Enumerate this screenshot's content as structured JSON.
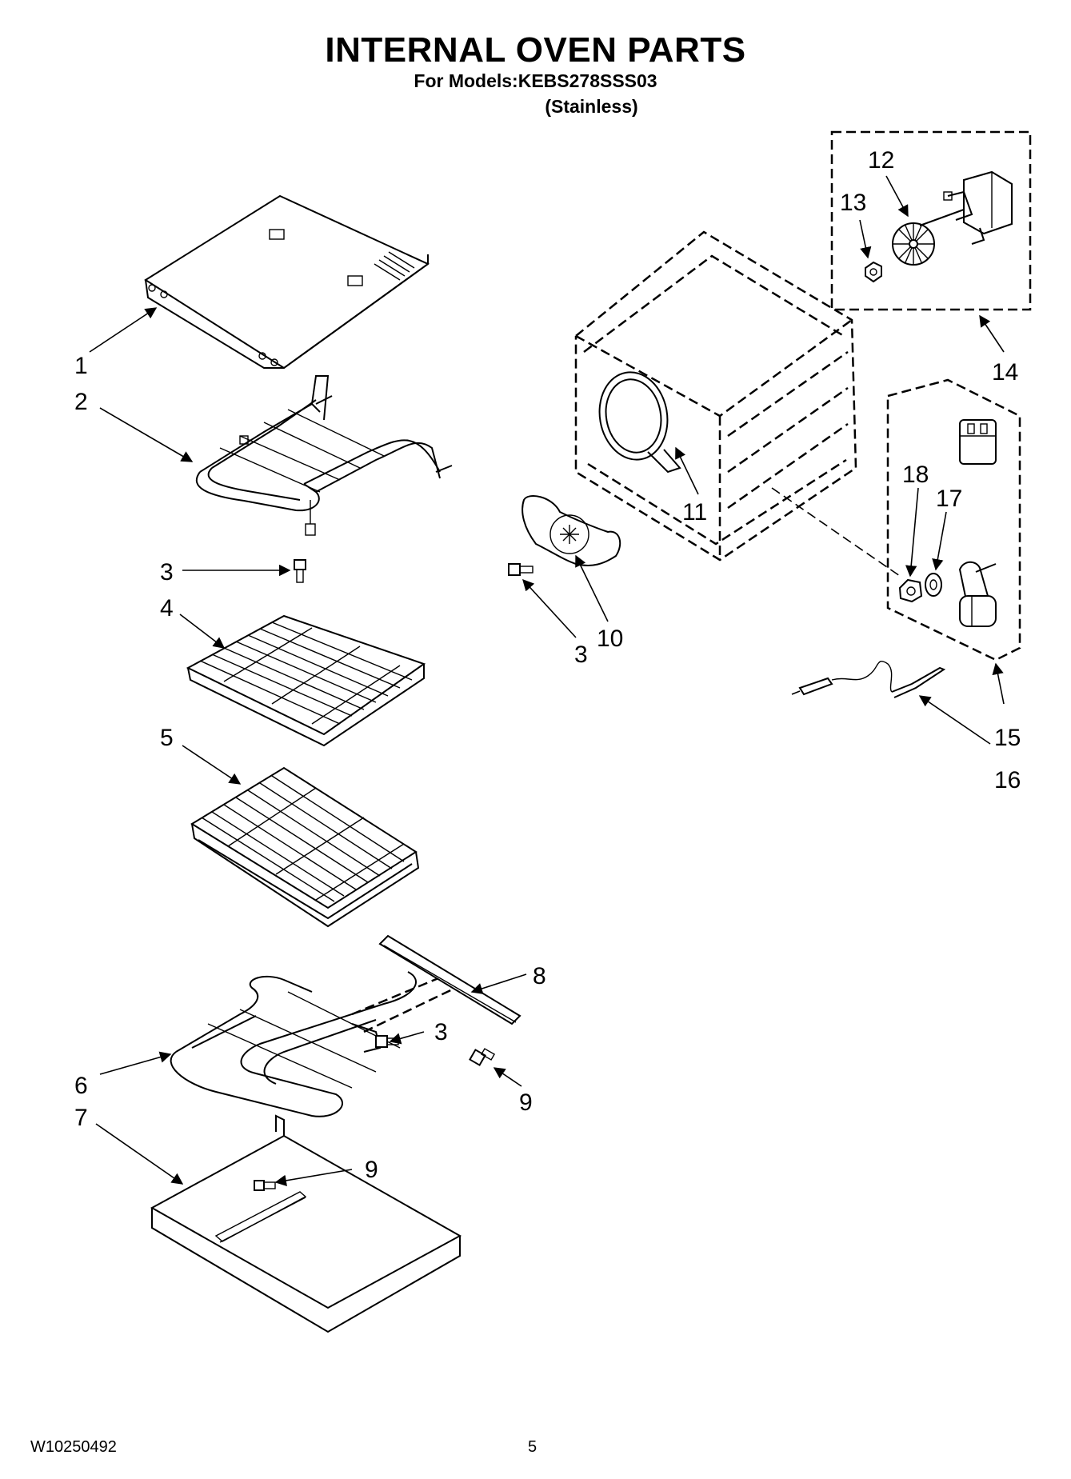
{
  "header": {
    "title": "INTERNAL OVEN PARTS",
    "models": "For Models:KEBS278SSS03",
    "finish": "(Stainless)"
  },
  "callouts": {
    "c1": "1",
    "c2": "2",
    "c3a": "3",
    "c4": "4",
    "c5": "5",
    "c6": "6",
    "c7": "7",
    "c8": "8",
    "c3b": "3",
    "c9a": "9",
    "c9b": "9",
    "c3c": "3",
    "c10": "10",
    "c11": "11",
    "c12": "12",
    "c13": "13",
    "c14": "14",
    "c15": "15",
    "c16": "16",
    "c17": "17",
    "c18": "18"
  },
  "footer": {
    "doc_number": "W10250492",
    "page_number": "5"
  }
}
